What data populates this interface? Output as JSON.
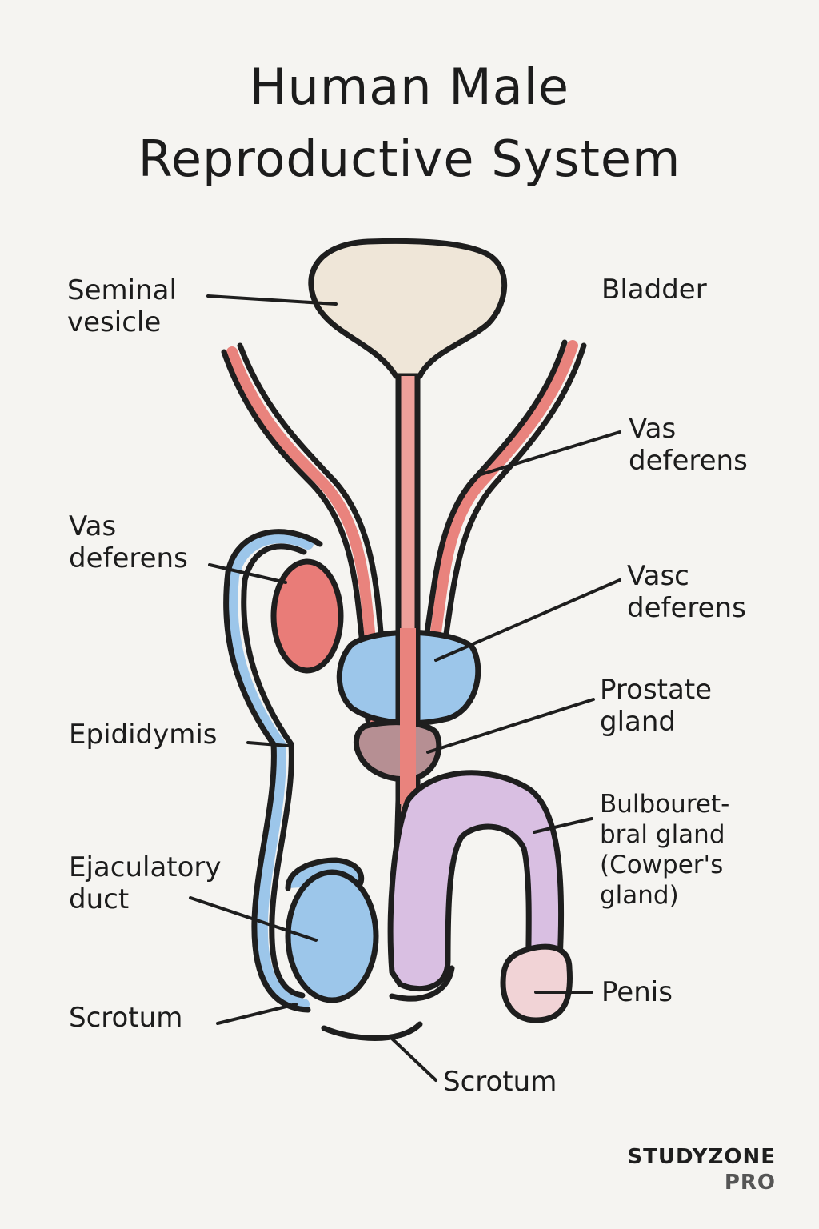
{
  "title": {
    "line1": "Human Male",
    "line2": "Reproductive System"
  },
  "labels": {
    "seminal_vesicle": "Seminal\nvesicle",
    "bladder": "Bladder",
    "vas_deferens_right": "Vas\ndeferens",
    "vas_deferens_left": "Vas\ndeferens",
    "vasc_deferens": "Vasc\ndeferens",
    "prostate_gland": "Prostate\ngland",
    "epididymis": "Epididymis",
    "bulbourethral_gland": "Bulbouret-\nbral gland\n(Cowper's\ngland)",
    "ejaculatory_duct": "Ejaculatory\nduct",
    "penis": "Penis",
    "scrotum_left": "Scrotum",
    "scrotum_bottom": "Scrotum"
  },
  "brand": {
    "name": "STUDYZONE",
    "tier": "PRO"
  },
  "colors": {
    "background": "#f5f4f1",
    "outline": "#1e1e1e",
    "bladder": "#efe6d8",
    "duct_red": "#e9837d",
    "blue": "#9cc6ea",
    "pink_red": "#e97c78",
    "mauve": "#b68f93",
    "lavender": "#d9bfe2",
    "pink": "#f1d3d6"
  }
}
